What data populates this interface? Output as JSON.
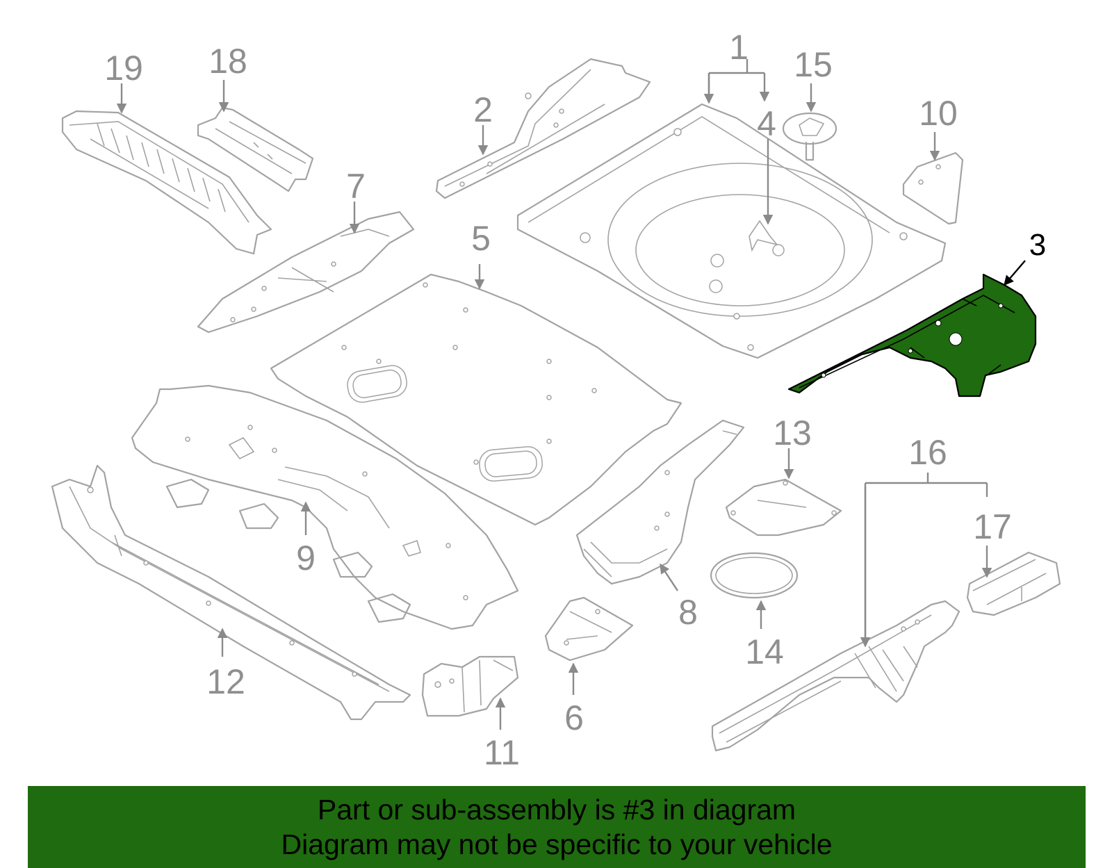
{
  "diagram": {
    "highlight_color": "#1f6b0f",
    "line_color": "#a3a3a3",
    "highlighted_part": "3",
    "callouts": [
      "1",
      "2",
      "3",
      "4",
      "5",
      "6",
      "7",
      "8",
      "9",
      "10",
      "11",
      "12",
      "13",
      "14",
      "15",
      "16",
      "17",
      "18",
      "19"
    ]
  },
  "banner": {
    "background": "#1f6b0f",
    "line1": "Part or sub-assembly is #3 in diagram",
    "line2": "Diagram may not be specific to your vehicle"
  }
}
